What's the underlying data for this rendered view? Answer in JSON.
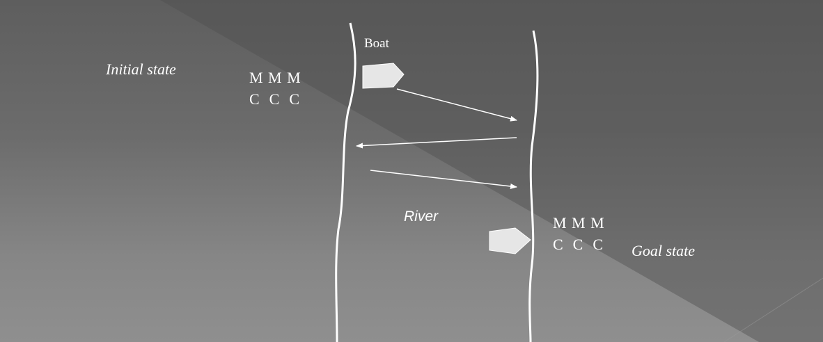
{
  "labels": {
    "initial_state": "Initial state",
    "goal_state": "Goal state",
    "river": "River",
    "boat": "Boat"
  },
  "initial_bank": {
    "missionaries": "M M M",
    "cannibals": "C  C  C"
  },
  "goal_bank": {
    "missionaries": "M M M",
    "cannibals": "C  C  C"
  },
  "colors": {
    "lines": "#ffffff",
    "boat_fill": "#e6e6e6",
    "background_dark": "#5e5e5e",
    "background_light": "#8f8f8f"
  }
}
